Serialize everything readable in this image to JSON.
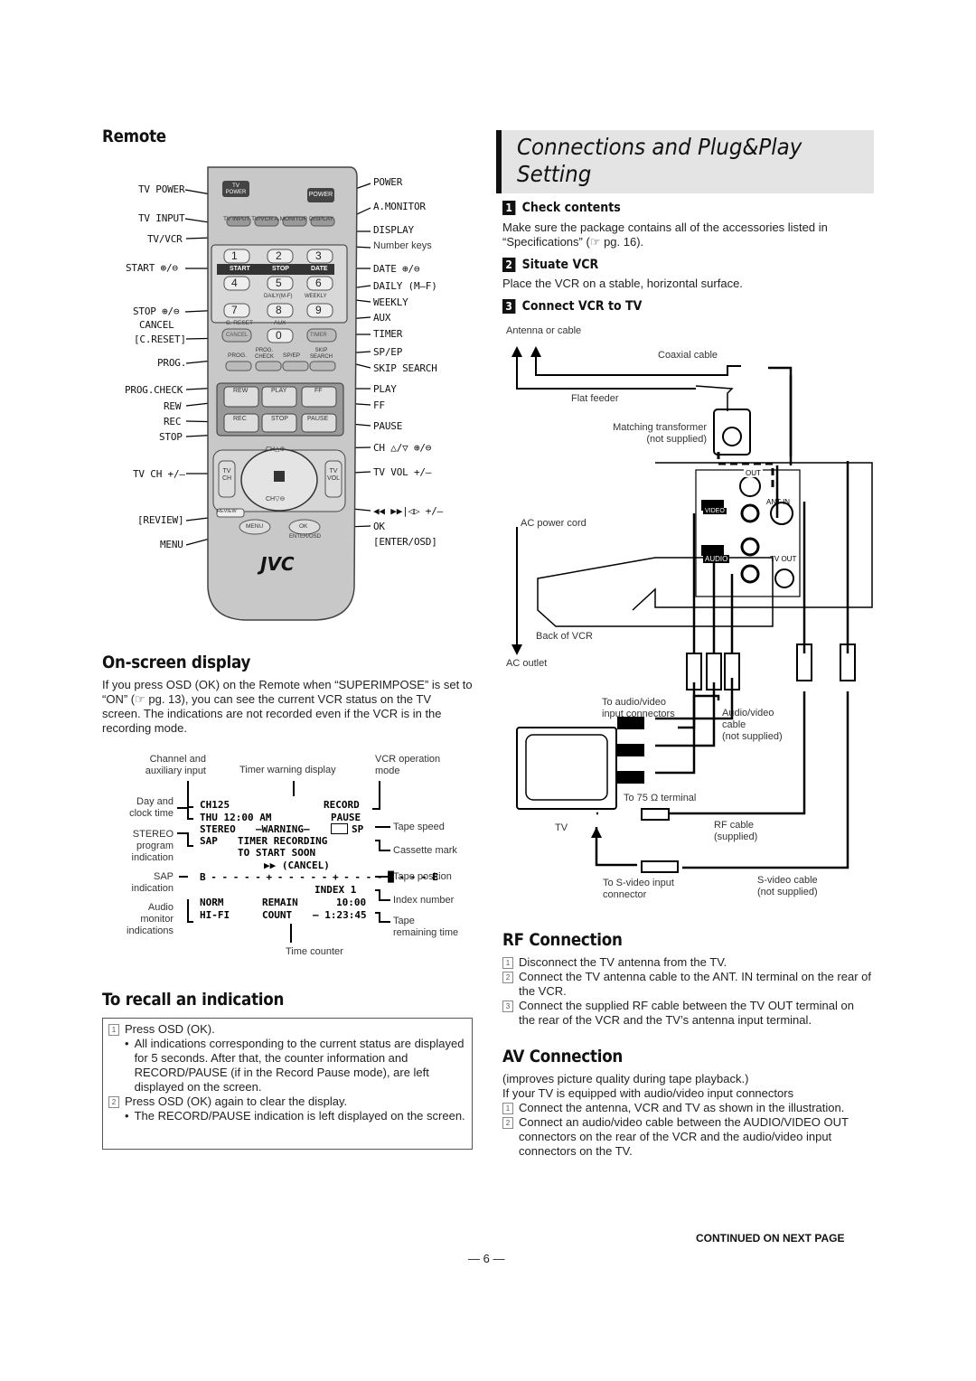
{
  "left": {
    "remote": {
      "heading": "Remote",
      "labels_left": [
        "TV POWER",
        "TV INPUT",
        "TV/VCR",
        "START ⊕/⊖",
        "STOP ⊕/⊖",
        "CANCEL",
        "[C.RESET]",
        "PROG.",
        "PROG.CHECK",
        "REW",
        "REC",
        "STOP",
        "TV CH +/–",
        "[REVIEW]",
        "MENU"
      ],
      "labels_right": [
        "POWER",
        "A.MONITOR",
        "DISPLAY",
        "Number keys",
        "DATE ⊕/⊖",
        "DAILY (M–F)",
        "WEEKLY",
        "AUX",
        "TIMER",
        "SP/EP",
        "SKIP SEARCH",
        "PLAY",
        "FF",
        "PAUSE",
        "CH △/▽ ⊕/⊖",
        "TV VOL +/–",
        "◀◀ ▶▶|◁▷ +/–",
        "OK",
        "[ENTER/OSD]"
      ],
      "body_text": {
        "tv_power": "TV\nPOWER",
        "power": "POWER",
        "row_labels": "TV INPUT  TV/VCR  A.MONITOR  DISPLAY",
        "start": "START",
        "stop": "STOP",
        "date": "DATE",
        "daily": "DAILY(M-F)",
        "weekly": "WEEKLY",
        "creset": "C. RESET",
        "aux": "AUX",
        "cancel": "CANCEL",
        "timer": "TIMER",
        "prog": "PROG.",
        "prog_check": "PROG.\nCHECK",
        "spep": "SP/EP",
        "skip": "SKIP\nSEARCH",
        "rew": "REW",
        "play": "PLAY",
        "ff": "FF",
        "rec": "REC",
        "stopb": "STOP",
        "pause": "PAUSE",
        "chup": "CH△⊕",
        "chdn": "CH▽⊖",
        "tvch": "TV\nCH",
        "tvvol": "TV\nVOL",
        "review": "REVIEW",
        "menu": "MENU",
        "ok": "OK",
        "enterosd": "ENTER/OSD",
        "brand": "JVC",
        "keys": [
          "1",
          "2",
          "3",
          "4",
          "5",
          "6",
          "7",
          "8",
          "9",
          "0"
        ]
      }
    },
    "osd": {
      "heading": "On-screen display",
      "paragraph": "If you press OSD (OK) on the Remote when “SUPERIMPOSE” is set to “ON” (☞ pg. 13), you can see the current VCR status on the TV screen. The indications are not recorded even if the VCR is in the recording mode.",
      "callouts_left": [
        "Channel and\nauxiliary input",
        "Day and\nclock time",
        "STEREO\nprogram\nindication",
        "SAP\nindication",
        "Audio\nmonitor\nindications"
      ],
      "callouts_top": [
        "Timer warning display",
        "VCR operation\nmode"
      ],
      "callouts_right": [
        "Tape speed",
        "Cassette mark",
        "Tape position",
        "Index number",
        "Tape\nremaining time"
      ],
      "callout_bottom": "Time counter",
      "screen": {
        "ch": "CH125",
        "record": "RECORD",
        "thu": "THU  12:00 AM",
        "pause": "PAUSE",
        "stereo": "STEREO",
        "warning": "–WARNING–",
        "sp": "SP",
        "sap": "SAP",
        "timer_rec": "TIMER RECORDING",
        "to_start": "TO START SOON",
        "cancel": "▶▶ (CANCEL)",
        "tape_bar": "B - - - - - + - - - - - + - - - - █ - - - E",
        "index": "INDEX   1",
        "norm": "NORM",
        "remain": "REMAIN",
        "remain_val": "10:00",
        "hifi": "HI-FI",
        "count": "COUNT",
        "count_val": "–  1:23:45"
      }
    },
    "recall": {
      "heading": "To recall an indication",
      "steps": [
        {
          "n": "1",
          "text": "Press OSD (OK)."
        },
        {
          "n": "•",
          "text": "All indications corresponding to the current status are displayed for 5 seconds. After that, the counter information and RECORD/PAUSE (if in the Record Pause mode), are left displayed on the screen."
        },
        {
          "n": "2",
          "text": "Press OSD (OK) again to clear the display."
        },
        {
          "n": "•",
          "text": "The RECORD/PAUSE indication is left displayed on the screen."
        }
      ]
    }
  },
  "right": {
    "title_line1": "Connections and Plug&Play",
    "title_line2": "Setting",
    "steps": [
      {
        "num": "1",
        "heading": "Check contents",
        "text": "Make sure the package contains all of the accessories listed in “Specifications” (☞ pg. 16)."
      },
      {
        "num": "2",
        "heading": "Situate VCR",
        "text": "Place the VCR on a stable, horizontal surface."
      },
      {
        "num": "3",
        "heading": "Connect VCR to TV",
        "text": ""
      }
    ],
    "diagram_labels": {
      "antenna": "Antenna or cable",
      "coax": "Coaxial cable",
      "flat": "Flat feeder",
      "matching": "Matching transformer\n(not supplied)",
      "ac_cord": "AC power cord",
      "out": "OUT",
      "ant_in": "ANT IN",
      "video": "VIDEO",
      "audio": "AUDIO",
      "tv_out": "TV OUT",
      "back_vcr": "Back of VCR",
      "ac_outlet": "AC outlet",
      "to_av": "To audio/video\ninput connectors",
      "av_cable": "Audio/video\ncable\n(not supplied)",
      "to_75": "To 75 Ω terminal",
      "tv": "TV",
      "rf_cable": "RF cable\n(supplied)",
      "to_svideo": "To S-video input\nconnector",
      "svideo_cable": "S-video cable\n(not supplied)"
    },
    "rf": {
      "heading": "RF Connection",
      "steps": [
        {
          "n": "1",
          "text": "Disconnect the TV antenna from the TV."
        },
        {
          "n": "2",
          "text": "Connect the TV antenna cable to the ANT. IN terminal on the rear of the VCR."
        },
        {
          "n": "3",
          "text": "Connect the supplied RF cable between the TV OUT terminal on the rear of the VCR and the TV’s antenna input terminal."
        }
      ]
    },
    "av": {
      "heading": "AV Connection",
      "intro1": "(improves picture quality during tape playback.)",
      "intro2": "If your TV is equipped with audio/video input connectors",
      "steps": [
        {
          "n": "1",
          "text": "Connect the antenna, VCR and TV as shown in the illustration."
        },
        {
          "n": "2",
          "text": "Connect an audio/video cable between the AUDIO/VIDEO OUT connectors on the rear of the VCR and the audio/video input connectors on the TV."
        }
      ]
    },
    "continued": "CONTINUED ON NEXT PAGE"
  },
  "page_number": "— 6 —"
}
